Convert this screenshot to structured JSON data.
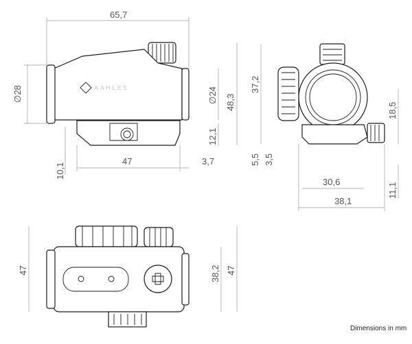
{
  "brand": {
    "logo_text": "KAHLES"
  },
  "dims": {
    "overall_length": "65,7",
    "lens_diameter": "∅28",
    "rear_diameter": "∅24",
    "height": "48,3",
    "height_b": "12,1",
    "mount_length": "47",
    "rear_offset": "3,7",
    "base_height": "10,1",
    "front_height": "37,2",
    "lever_height": "18,5",
    "rail_a": "5,5",
    "rail_b": "3,5",
    "front_width_inner": "30,6",
    "front_width_outer": "38,1",
    "front_lower": "11,1",
    "top_depth_left": "47",
    "top_depth_right_a": "38,2",
    "top_depth_right_b": "47"
  },
  "footnote": "Dimensions in mm"
}
